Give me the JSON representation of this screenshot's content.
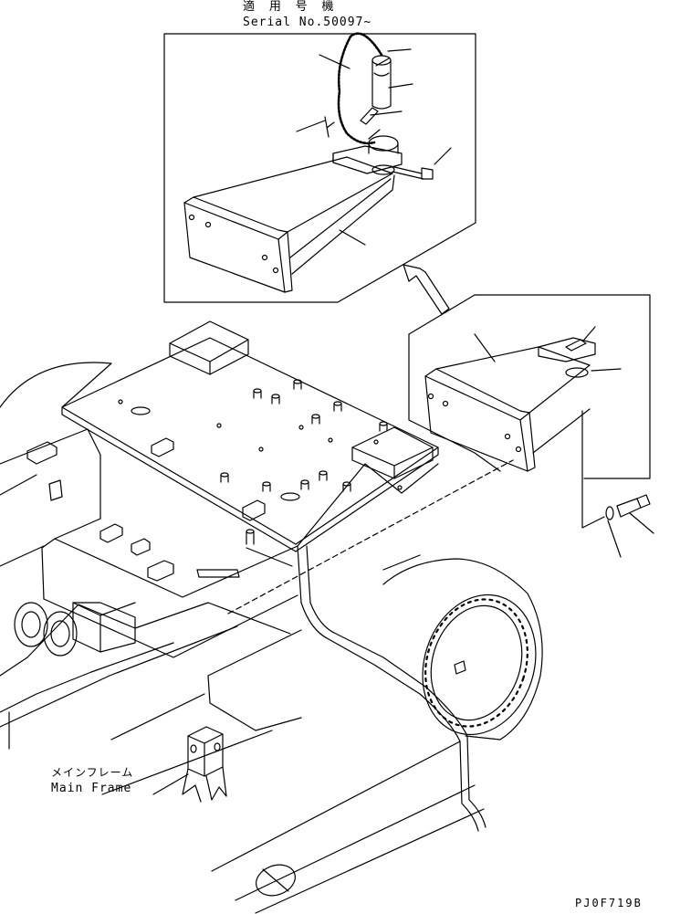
{
  "labels": {
    "applicable_serial_jp": "適 用 号 機",
    "serial_range": "Serial No.50097~",
    "main_frame_jp": "メインフレーム",
    "main_frame_en": "Main Frame",
    "drawing_code": "PJ0F719B"
  },
  "colors": {
    "line": "#000000",
    "background": "#ffffff"
  }
}
